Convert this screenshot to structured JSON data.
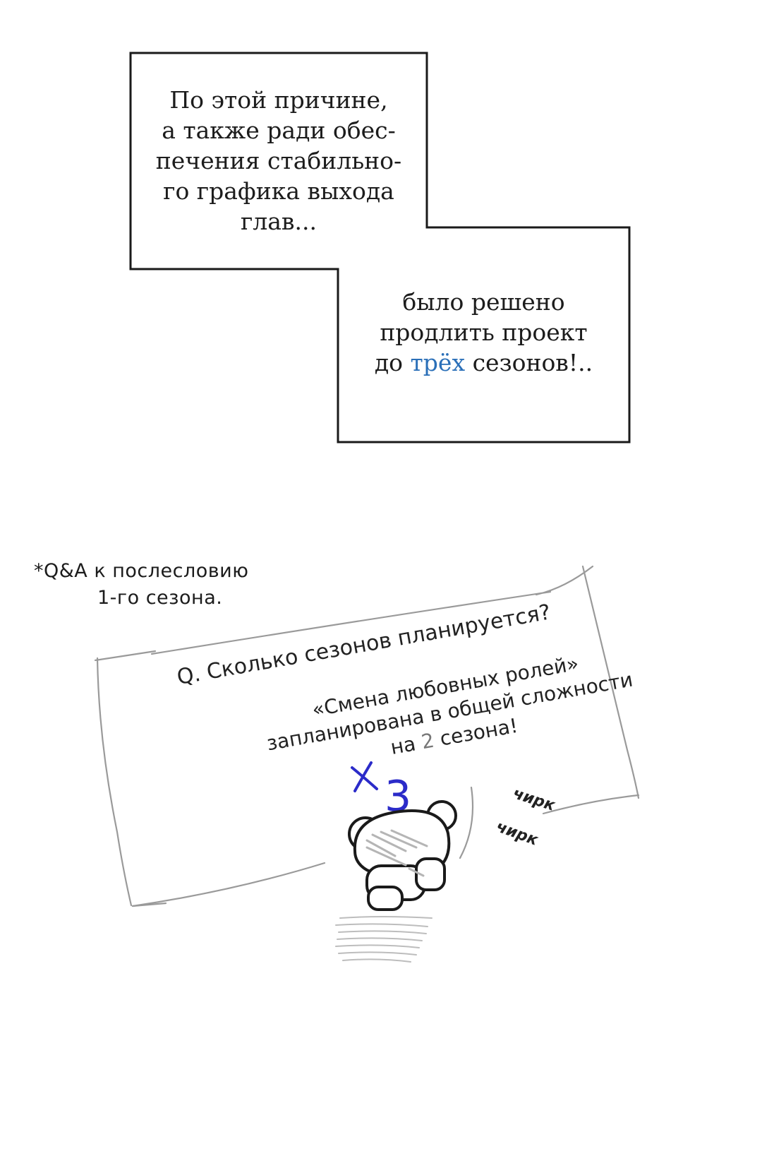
{
  "panel_top": {
    "lines": [
      "По этой причине,",
      "а также ради обес-",
      "печения стабильно-",
      "го графика выхода",
      "глав..."
    ]
  },
  "panel_bottom": {
    "line1": "было решено",
    "line2": "продлить проект",
    "line3_before": "до ",
    "line3_accent": "трёх",
    "line3_after": " сезонов!.."
  },
  "footnote": {
    "line1": "*Q&A к послесловию",
    "line2": "1-го сезона."
  },
  "paper": {
    "question": "Q. Сколько сезонов планируется?",
    "answer_line1": "«Смена любовных ролей»",
    "answer_line2": "запланирована в общей сложности",
    "answer_line3_before": "на ",
    "answer_line3_struck": "2",
    "answer_line3_after": " сезона!"
  },
  "correction": {
    "number": "3"
  },
  "sfx": {
    "word1": "чирк",
    "word2": "чирк"
  },
  "colors": {
    "accent": "#2a6fb8",
    "correction": "#2b2bc9",
    "ink": "#1c1c1c"
  }
}
